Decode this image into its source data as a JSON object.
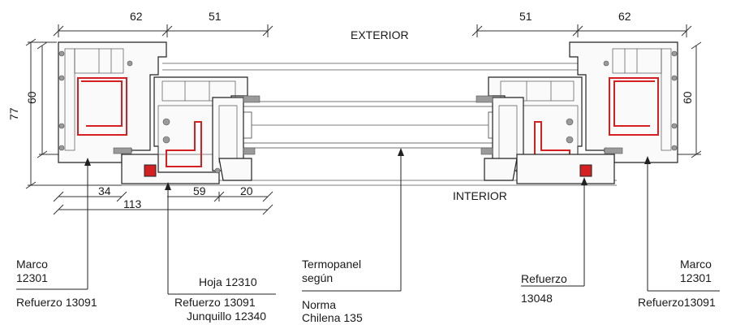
{
  "labels": {
    "exterior": "EXTERIOR",
    "interior": "INTERIOR",
    "marco_left_1": "Marco",
    "marco_left_2": "12301",
    "refuerzo_left": "Refuerzo 13091",
    "hoja": "Hoja 12310",
    "hoja_refuerzo": "Refuerzo 13091",
    "junquillo": "Junquillo 12340",
    "termopanel_1": "Termopanel",
    "termopanel_2": "según",
    "norma_1": "Norma",
    "norma_2": "Chilena 135",
    "refuerzo_right_1": "Refuerzo",
    "refuerzo_right_2": "13048",
    "marco_right_1": "Marco",
    "marco_right_2": "12301",
    "refuerzo_right_3": "Refuerzo13091"
  },
  "dimensions": {
    "top_left_a": "62",
    "top_left_b": "51",
    "top_right_a": "51",
    "top_right_b": "62",
    "left_77": "77",
    "left_60": "60",
    "right_60": "60",
    "bottom_34": "34",
    "bottom_59": "59",
    "bottom_20": "20",
    "bottom_113": "113"
  },
  "colors": {
    "reinforcement": "#d42020",
    "line": "#222222",
    "gasket": "#9a9a9a"
  }
}
